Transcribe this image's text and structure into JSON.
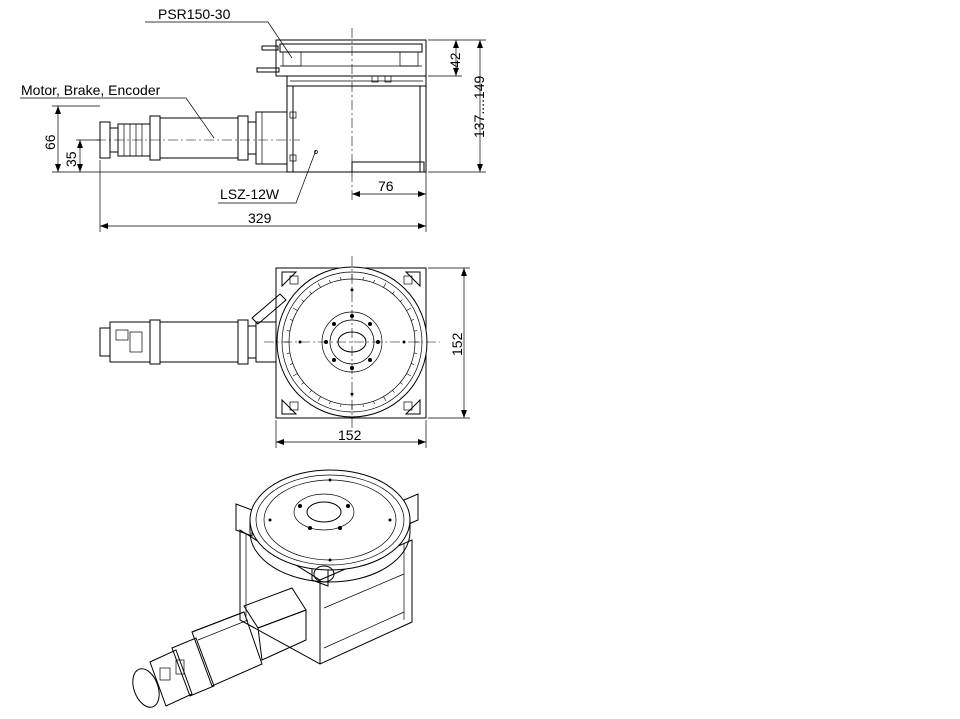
{
  "labels": {
    "stage": "PSR150-30",
    "motor": "Motor, Brake, Encoder",
    "base": "LSZ-12W"
  },
  "dimensions": {
    "top_height": "42",
    "total_height": "137....149",
    "shaft_height": "66",
    "shaft_offset": "35",
    "center_offset": "76",
    "overall_length": "329",
    "plan_height": "152",
    "plan_width": "152"
  }
}
